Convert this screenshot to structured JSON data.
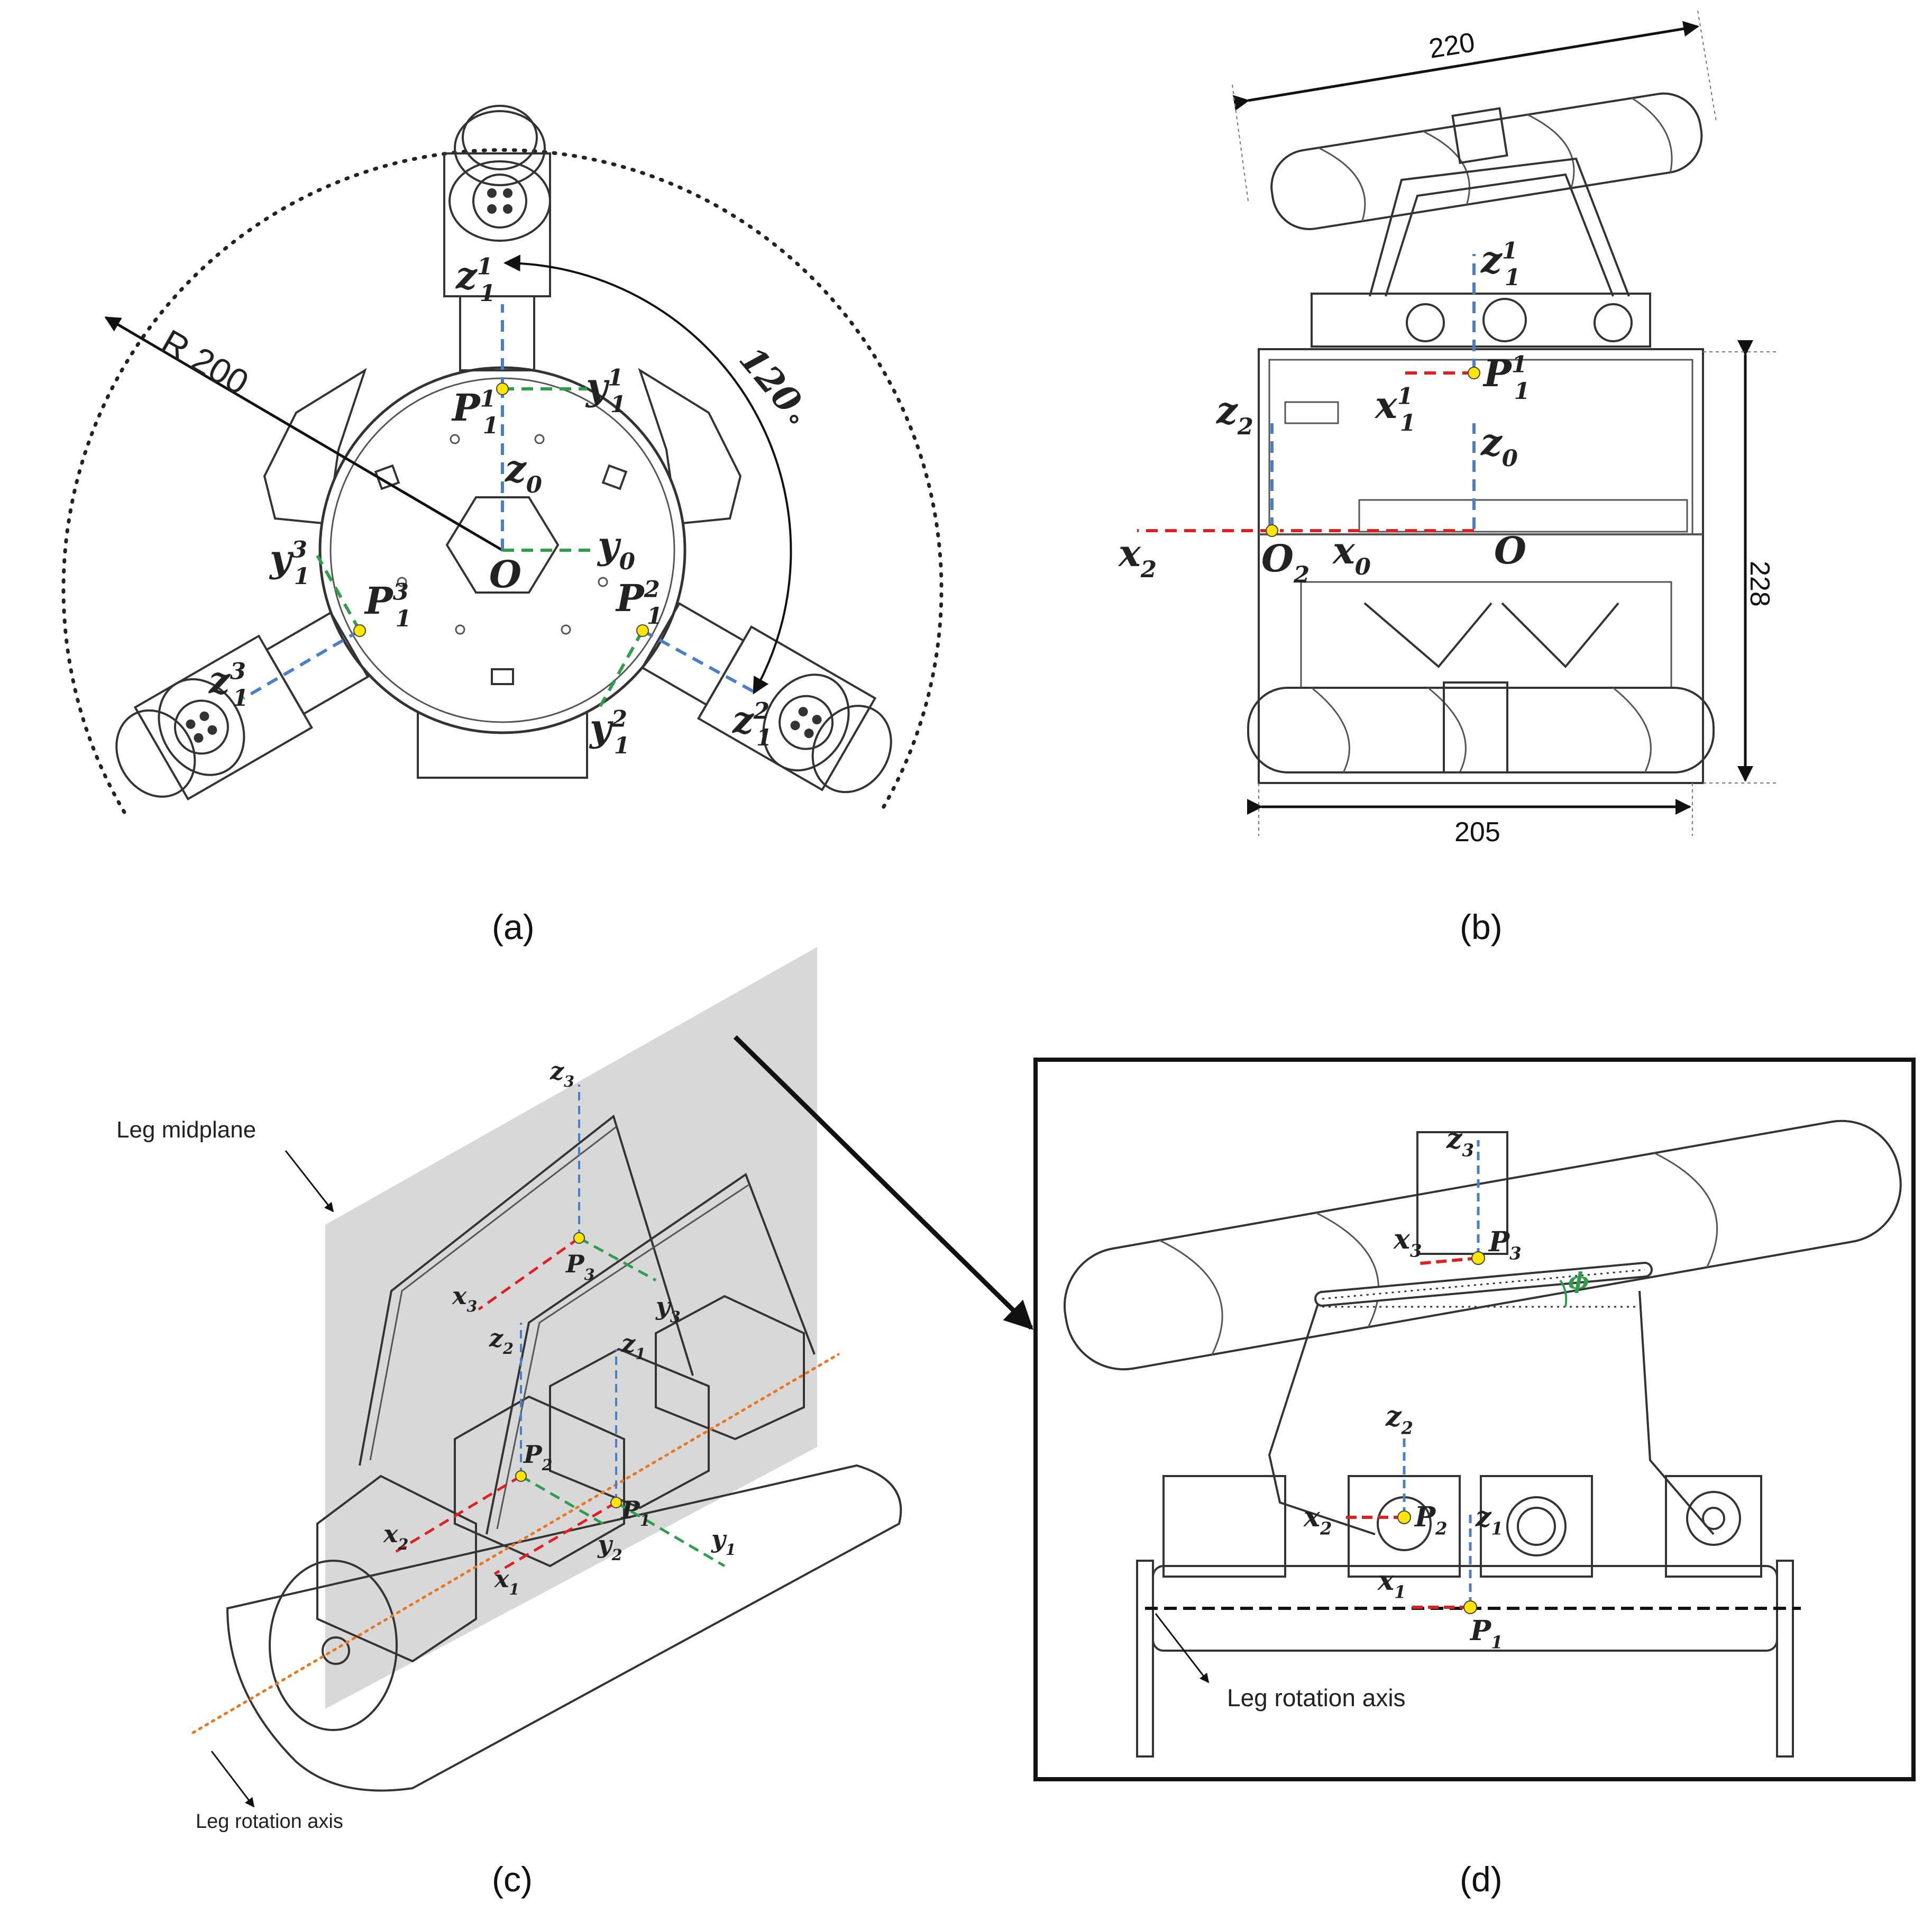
{
  "panels": {
    "a": {
      "caption": "(a)",
      "radius_label": "R 200",
      "angle_label": "120",
      "angle_unit": "°",
      "labels": {
        "z1_1": [
          "z",
          "1",
          "1"
        ],
        "y1_1": [
          "y",
          "1",
          "1"
        ],
        "P1_1": [
          "P",
          "1",
          "1"
        ],
        "z0": [
          "z",
          "0",
          ""
        ],
        "y0": [
          "y",
          "0",
          ""
        ],
        "O": [
          "O",
          "",
          ""
        ],
        "y1_3": [
          "y",
          "1",
          "3"
        ],
        "P1_3": [
          "P",
          "1",
          "3"
        ],
        "P1_2": [
          "P",
          "1",
          "2"
        ],
        "z1_3": [
          "z",
          "1",
          "3"
        ],
        "y1_2": [
          "y",
          "1",
          "2"
        ],
        "z1_2": [
          "z",
          "1",
          "2"
        ]
      }
    },
    "b": {
      "caption": "(b)",
      "dim_top": "220",
      "dim_right": "228",
      "dim_bottom": "205",
      "labels": {
        "z1_1": [
          "z",
          "1",
          "1"
        ],
        "P1_1": [
          "P",
          "1",
          "1"
        ],
        "x1_1": [
          "x",
          "1",
          "1"
        ],
        "z2": [
          "z",
          "2",
          ""
        ],
        "z0": [
          "z",
          "0",
          ""
        ],
        "x2": [
          "x",
          "2",
          ""
        ],
        "O2": [
          "O",
          "2",
          ""
        ],
        "x0": [
          "x",
          "0",
          ""
        ],
        "O": [
          "O",
          "",
          ""
        ]
      }
    },
    "c": {
      "caption": "(c)",
      "midplane_label": "Leg midplane",
      "axis_label": "Leg rotation axis",
      "labels": {
        "z3": [
          "z",
          "3",
          ""
        ],
        "P3": [
          "P",
          "3",
          ""
        ],
        "x3": [
          "x",
          "3",
          ""
        ],
        "y3": [
          "y",
          "3",
          ""
        ],
        "z2": [
          "z",
          "2",
          ""
        ],
        "z1": [
          "z",
          "1",
          ""
        ],
        "P2": [
          "P",
          "2",
          ""
        ],
        "P1": [
          "P",
          "1",
          ""
        ],
        "x2": [
          "x",
          "2",
          ""
        ],
        "y2": [
          "y",
          "2",
          ""
        ],
        "y1": [
          "y",
          "1",
          ""
        ],
        "x1": [
          "x",
          "1",
          ""
        ]
      }
    },
    "d": {
      "caption": "(d)",
      "axis_label": "Leg rotation axis",
      "angle_symbol": "ϕ",
      "labels": {
        "z3": [
          "z",
          "3",
          ""
        ],
        "x3": [
          "x",
          "3",
          ""
        ],
        "P3": [
          "P",
          "3",
          ""
        ],
        "z2": [
          "z",
          "2",
          ""
        ],
        "x2": [
          "x",
          "2",
          ""
        ],
        "P2": [
          "P",
          "2",
          ""
        ],
        "z1": [
          "z",
          "1",
          ""
        ],
        "x1": [
          "x",
          "1",
          ""
        ],
        "P1": [
          "P",
          "1",
          ""
        ]
      }
    }
  },
  "colors": {
    "z_axis": "#4a7fc8",
    "y_axis": "#2e9e4a",
    "x_axis": "#e02020",
    "point": "#ffe600",
    "rotation_axis_c": "#e87722",
    "phi": "#2e9e4a",
    "midplane": "#d4d4d4"
  }
}
